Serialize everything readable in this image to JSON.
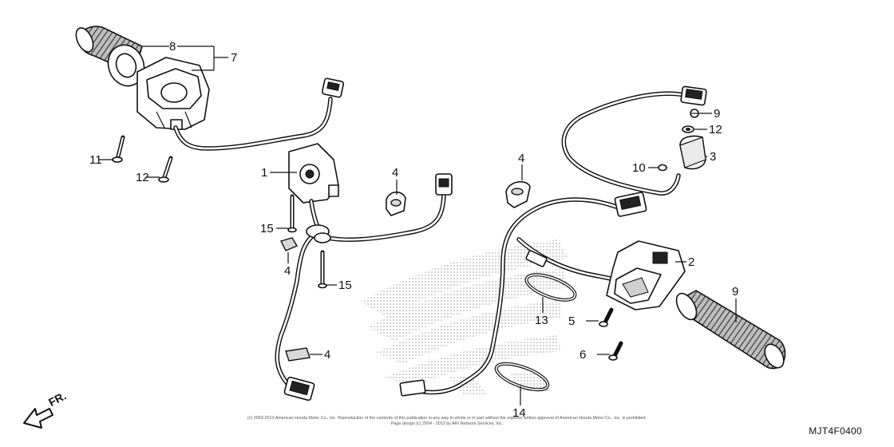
{
  "diagram": {
    "reference_code": "MJT4F0400",
    "copyright_lines": [
      "(c) 2003-2013 American Honda Motor Co., Inc. Reproduction of the contents of this publication in any way in whole or in part without the express written approval of American Honda Motor Co., Inc. is prohibited.",
      "Page design (c) 2004 - 2013 by ARI Network Services, Inc."
    ],
    "direction_label": "FR.",
    "callouts": [
      {
        "id": "c1",
        "text": "1"
      },
      {
        "id": "c2",
        "text": "2"
      },
      {
        "id": "c3",
        "text": "3"
      },
      {
        "id": "c4a",
        "text": "4"
      },
      {
        "id": "c4b",
        "text": "4"
      },
      {
        "id": "c4c",
        "text": "4"
      },
      {
        "id": "c4d",
        "text": "4"
      },
      {
        "id": "c5",
        "text": "5"
      },
      {
        "id": "c6",
        "text": "6"
      },
      {
        "id": "c7",
        "text": "7"
      },
      {
        "id": "c8",
        "text": "8"
      },
      {
        "id": "c9a",
        "text": "9"
      },
      {
        "id": "c9b",
        "text": "9"
      },
      {
        "id": "c10",
        "text": "10"
      },
      {
        "id": "c11",
        "text": "11"
      },
      {
        "id": "c12a",
        "text": "12"
      },
      {
        "id": "c12b",
        "text": "12"
      },
      {
        "id": "c13",
        "text": "13"
      },
      {
        "id": "c14",
        "text": "14"
      },
      {
        "id": "c15a",
        "text": "15"
      },
      {
        "id": "c15b",
        "text": "15"
      }
    ]
  }
}
